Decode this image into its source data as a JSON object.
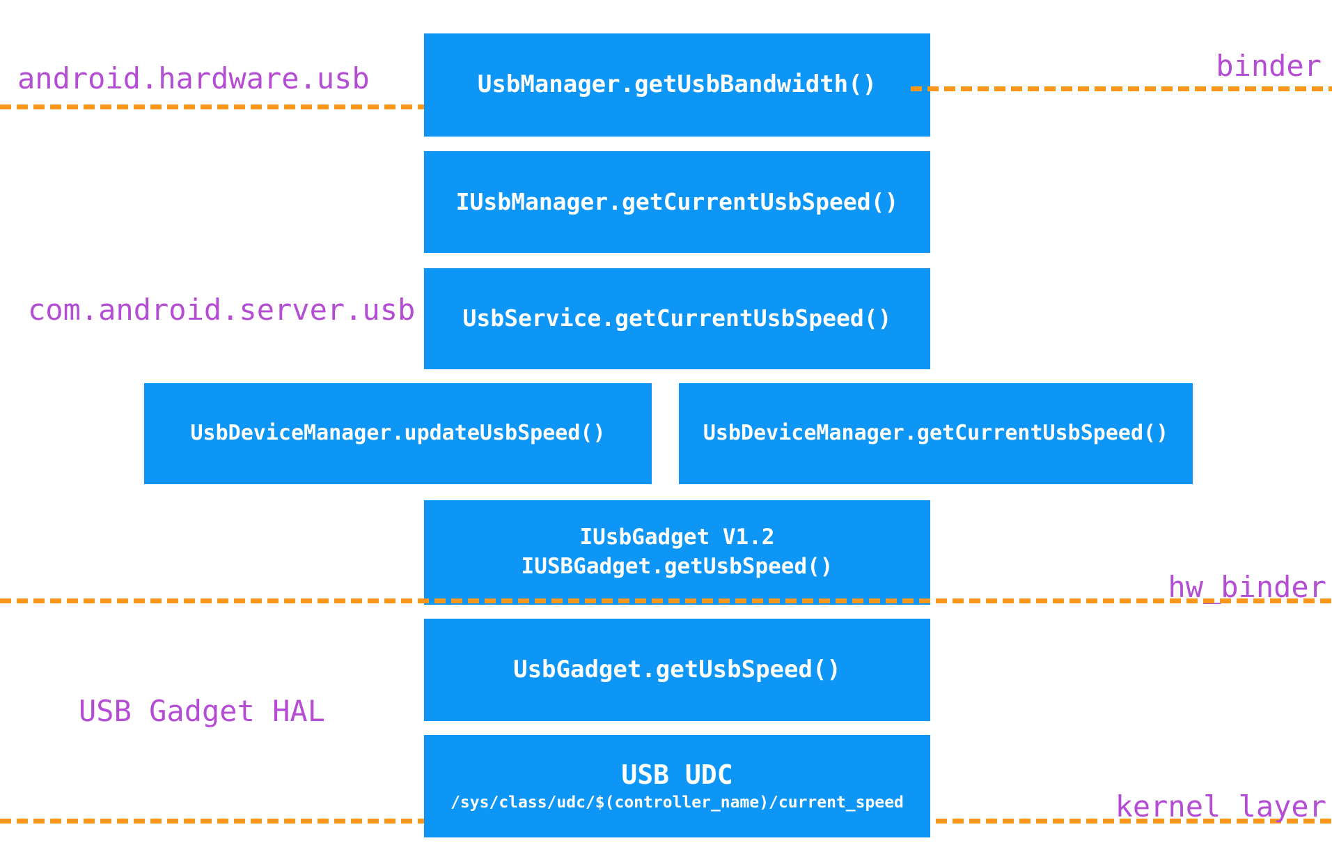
{
  "layers": {
    "package_label": "android.hardware.usb",
    "binder_label": "binder",
    "server_label": "com.android.server.usb",
    "hw_binder_label": "hw_binder",
    "hal_label": "USB Gadget HAL",
    "kernel_label": "kernel layer"
  },
  "boxes": {
    "usb_manager": "UsbManager.getUsbBandwidth()",
    "iusb_manager": "IUsbManager.getCurrentUsbSpeed()",
    "usb_service": "UsbService.getCurrentUsbSpeed()",
    "usb_device_manager_update": "UsbDeviceManager.updateUsbSpeed()",
    "usb_device_manager_get": "UsbDeviceManager.getCurrentUsbSpeed()",
    "iusb_gadget_version": "IUsbGadget V1.2",
    "iusb_gadget_method": "IUSBGadget.getUsbSpeed()",
    "usb_gadget": "UsbGadget.getUsbSpeed()",
    "usb_udc_title": "USB UDC",
    "usb_udc_path": "/sys/class/udc/$(controller_name)/current_speed"
  },
  "colors": {
    "box_blue": "#0d96f5",
    "dash_orange": "#f8971c",
    "label_purple": "#b44dd4"
  }
}
